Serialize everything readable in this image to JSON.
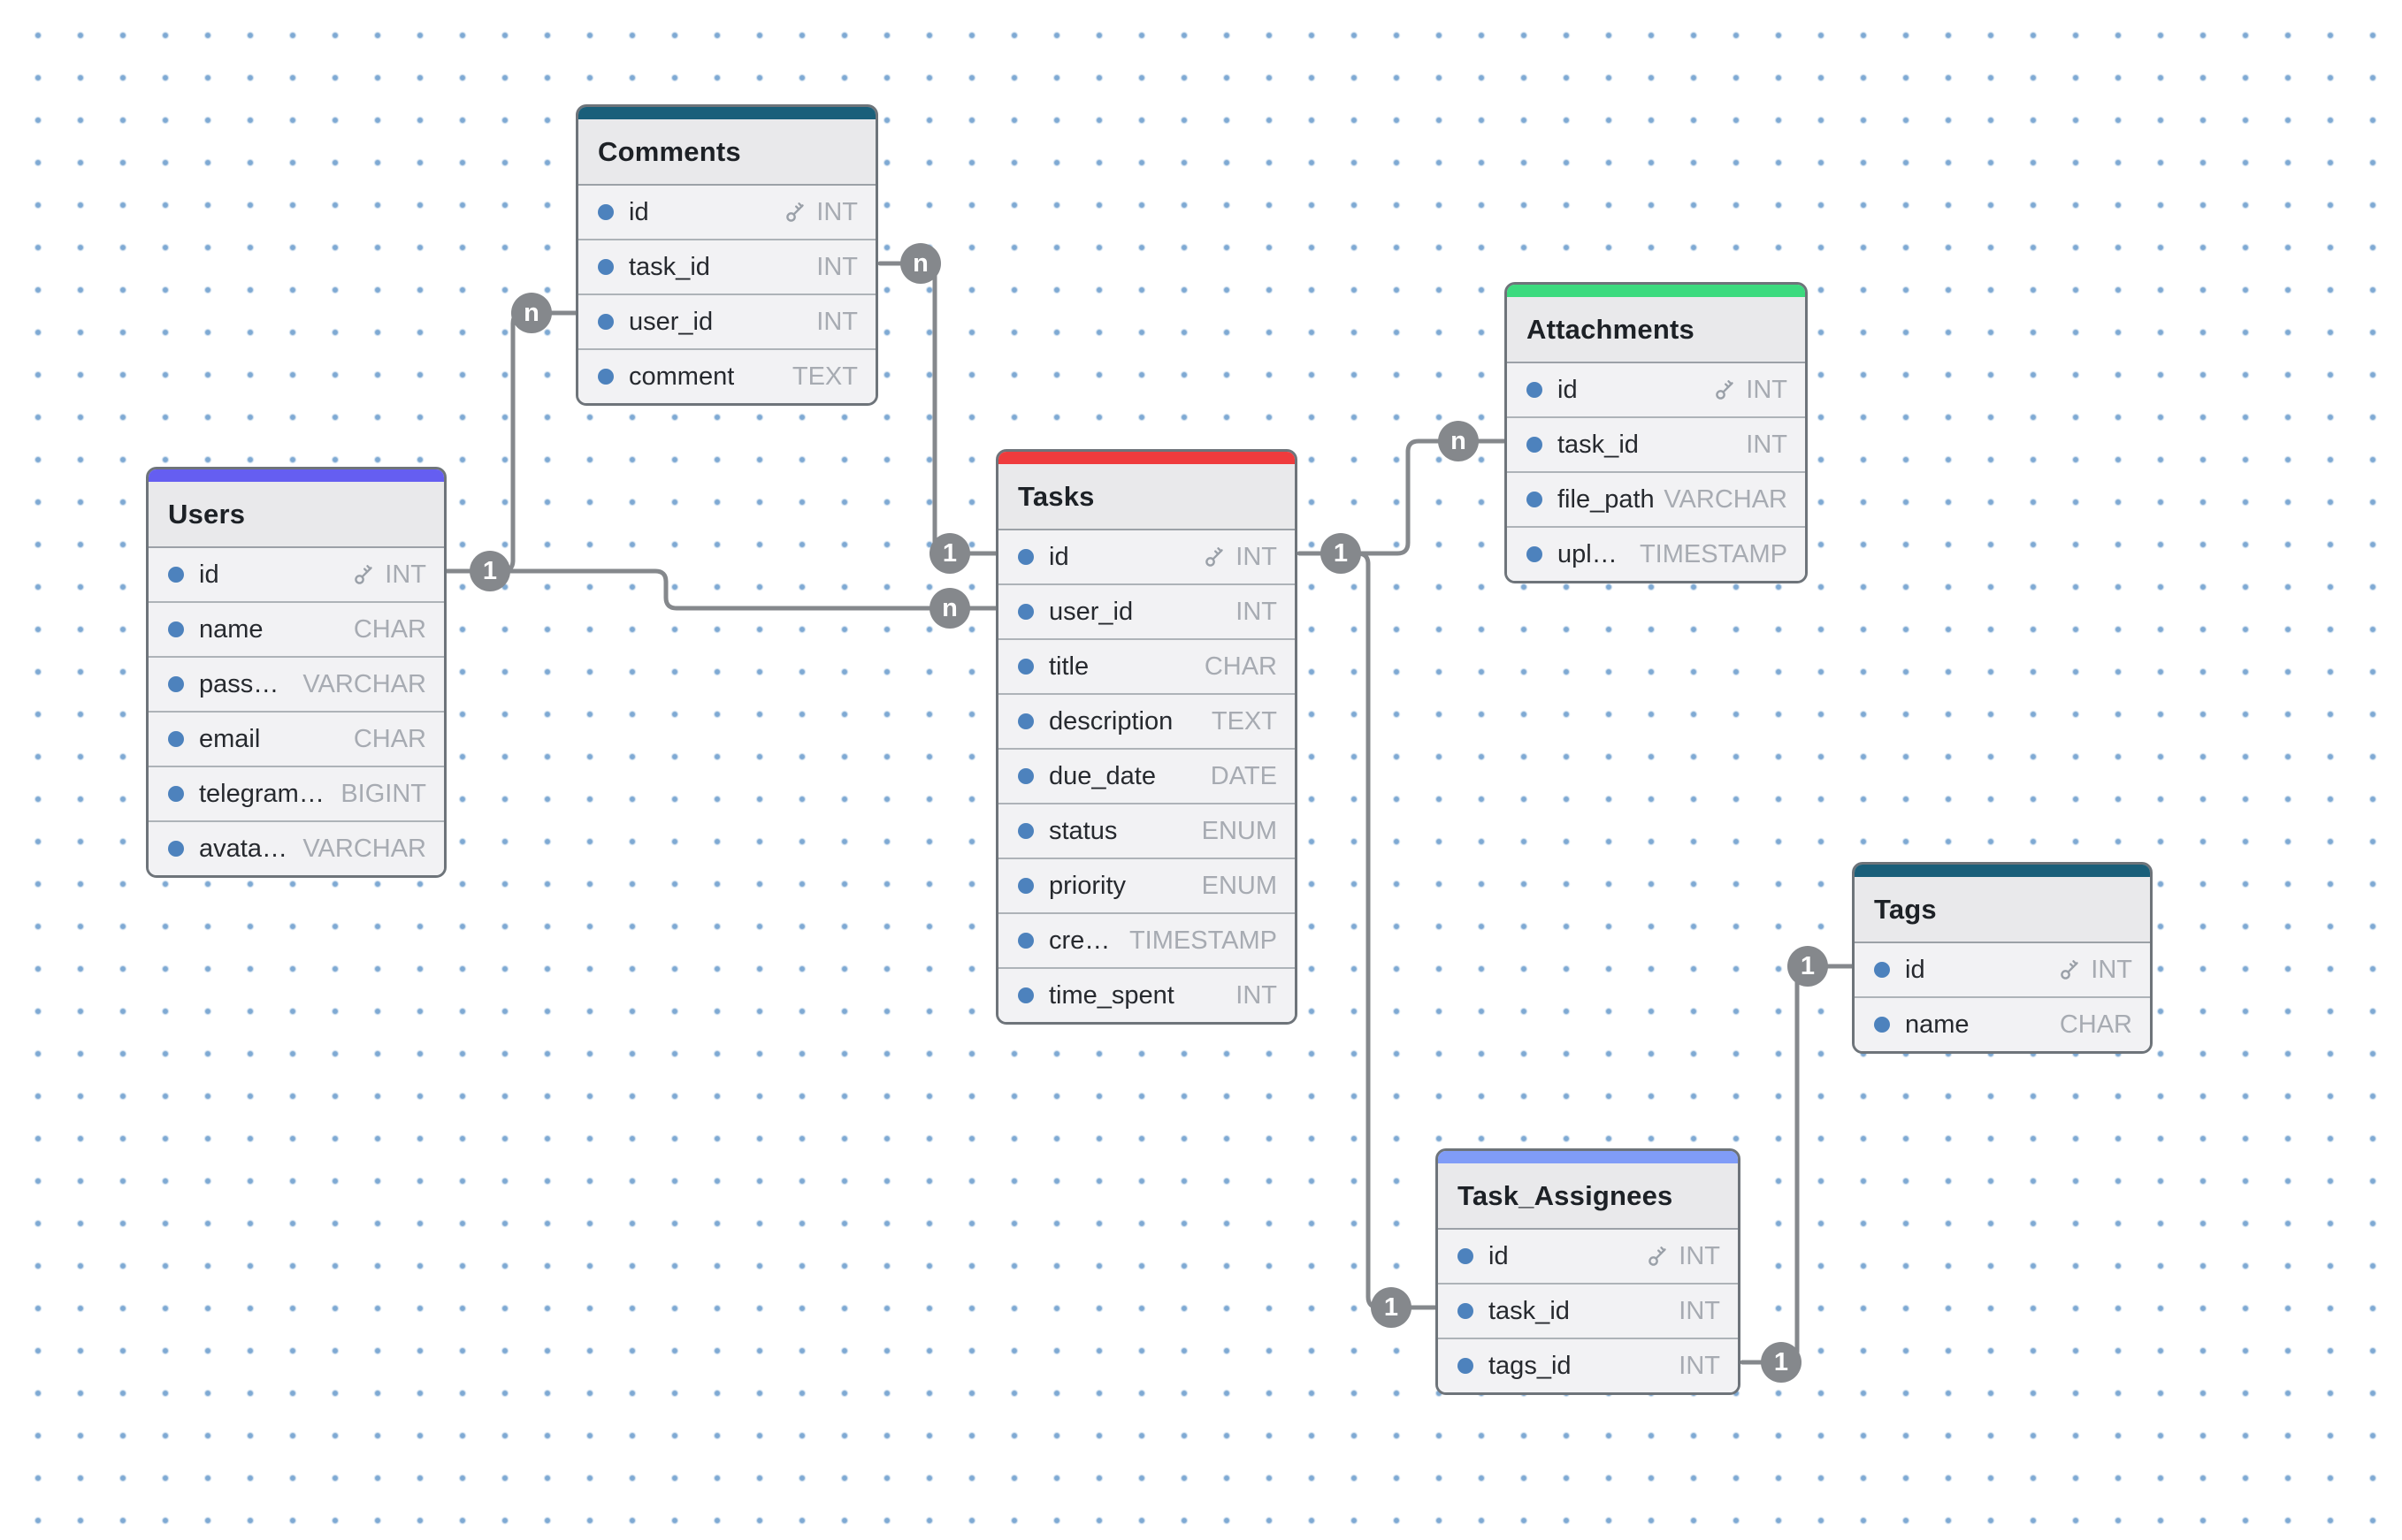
{
  "canvas": {
    "background_color": "#ffffff",
    "grid_dot_color": "#7ea9d3",
    "line_color": "#85888c",
    "field_bullet_color": "#4d82bd"
  },
  "tables": [
    {
      "title": "Comments",
      "header_color": "#1a5f7a",
      "fields": [
        {
          "name": "id",
          "type": "INT",
          "primary_key": true
        },
        {
          "name": "task_id",
          "type": "INT"
        },
        {
          "name": "user_id",
          "type": "INT"
        },
        {
          "name": "comment",
          "type": "TEXT"
        }
      ]
    },
    {
      "title": "Users",
      "header_color": "#655ef1",
      "fields": [
        {
          "name": "id",
          "type": "INT",
          "primary_key": true
        },
        {
          "name": "name",
          "type": "CHAR"
        },
        {
          "name": "password",
          "type": "VARCHAR"
        },
        {
          "name": "email",
          "type": "CHAR"
        },
        {
          "name": "telegram_id",
          "type": "BIGINT"
        },
        {
          "name": "avatar_pa...",
          "type": "VARCHAR"
        }
      ]
    },
    {
      "title": "Tasks",
      "header_color": "#ef3b3d",
      "fields": [
        {
          "name": "id",
          "type": "INT",
          "primary_key": true
        },
        {
          "name": "user_id",
          "type": "INT"
        },
        {
          "name": "title",
          "type": "CHAR"
        },
        {
          "name": "description",
          "type": "TEXT"
        },
        {
          "name": "due_date",
          "type": "DATE"
        },
        {
          "name": "status",
          "type": "ENUM"
        },
        {
          "name": "priority",
          "type": "ENUM"
        },
        {
          "name": "created...",
          "type": "TIMESTAMP"
        },
        {
          "name": "time_spent",
          "type": "INT"
        }
      ]
    },
    {
      "title": "Attachments",
      "header_color": "#3cda7e",
      "fields": [
        {
          "name": "id",
          "type": "INT",
          "primary_key": true
        },
        {
          "name": "task_id",
          "type": "INT"
        },
        {
          "name": "file_path",
          "type": "VARCHAR"
        },
        {
          "name": "upload...",
          "type": "TIMESTAMP"
        }
      ]
    },
    {
      "title": "Tags",
      "header_color": "#1a5f7a",
      "fields": [
        {
          "name": "id",
          "type": "INT",
          "primary_key": true
        },
        {
          "name": "name",
          "type": "CHAR"
        }
      ]
    },
    {
      "title": "Task_Assignees",
      "header_color": "#809cf7",
      "fields": [
        {
          "name": "id",
          "type": "INT",
          "primary_key": true
        },
        {
          "name": "task_id",
          "type": "INT"
        },
        {
          "name": "tags_id",
          "type": "INT"
        }
      ]
    }
  ],
  "relationships": [
    {
      "from": "Users.id",
      "from_card": "1",
      "to": "Comments.user_id",
      "to_card": "n"
    },
    {
      "from": "Users.id",
      "from_card": "1",
      "to": "Tasks.user_id",
      "to_card": "n"
    },
    {
      "from": "Tasks.id",
      "from_card": "1",
      "to": "Comments.task_id",
      "to_card": "n"
    },
    {
      "from": "Tasks.id",
      "from_card": "1",
      "to": "Attachments.task_id",
      "to_card": "n"
    },
    {
      "from": "Tasks.id",
      "from_card": "1",
      "to": "Task_Assignees.task_id",
      "to_card": "1"
    },
    {
      "from": "Tags.id",
      "from_card": "1",
      "to": "Task_Assignees.tags_id",
      "to_card": "1"
    }
  ]
}
